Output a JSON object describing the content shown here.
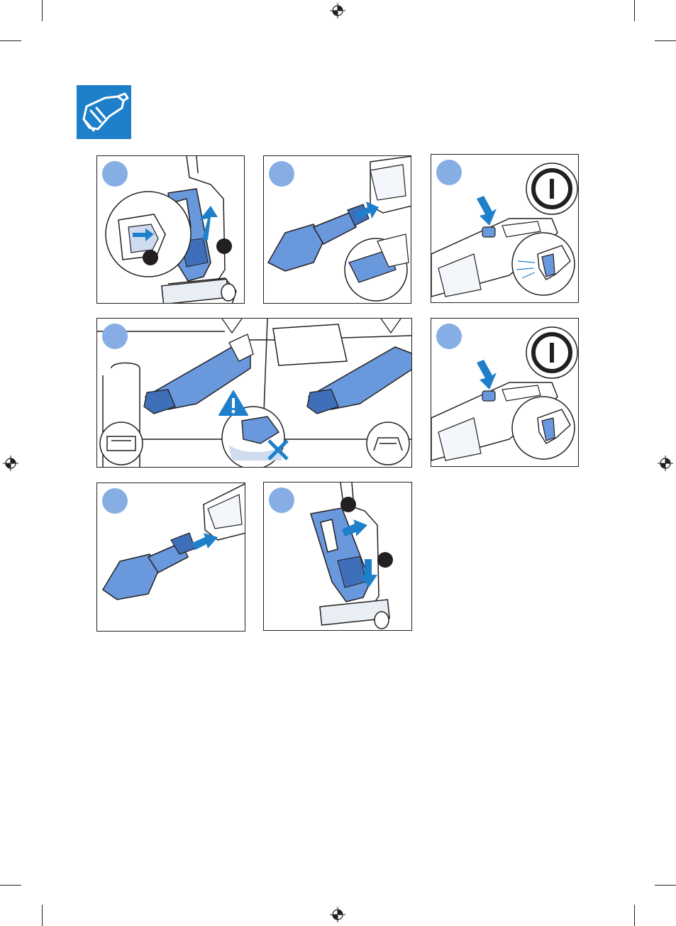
{
  "colors": {
    "brand_blue": "#1e7fcb",
    "step_circle": "#86aee4",
    "device_blue": "#6a98dc",
    "device_dark": "#3f6fb8",
    "arrow_blue": "#1e7fcb",
    "line": "#231f20"
  },
  "header": {
    "icon": "handheld-vacuum-icon"
  },
  "panels": [
    {
      "id": "step-1",
      "icon": "detach-handheld-icon"
    },
    {
      "id": "step-2",
      "icon": "attach-nozzle-icon"
    },
    {
      "id": "step-3",
      "icon": "power-on-icon"
    },
    {
      "id": "step-4",
      "icon": "use-on-upholstery-icon"
    },
    {
      "id": "step-5",
      "icon": "power-off-icon"
    },
    {
      "id": "step-6",
      "icon": "remove-nozzle-icon"
    },
    {
      "id": "step-7",
      "icon": "reattach-handheld-icon"
    }
  ]
}
